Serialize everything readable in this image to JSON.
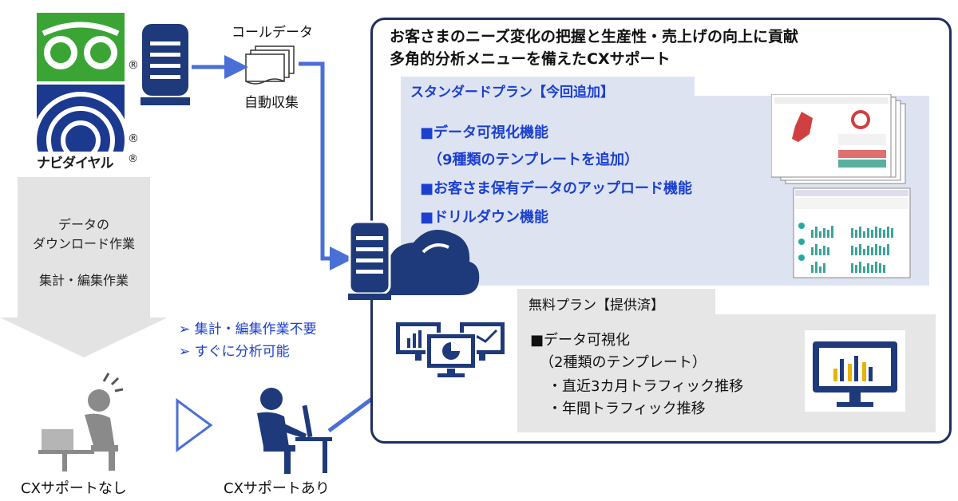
{
  "colors": {
    "navy": "#1e2f5c",
    "blue_text": "#1b3fd0",
    "arrow_blue": "#4a6fd6",
    "green": "#3aa535"
  },
  "brand": {
    "wordmark": "ナビダイヤル",
    "reg_mark": "®"
  },
  "call_data": {
    "label": "コールデータ",
    "caption": "自動収集"
  },
  "panel": {
    "title_line1": "お客さまのニーズ変化の把握と生産性・売上げの向上に貢献",
    "title_line2": "多角的分析メニューを備えたCXサポート"
  },
  "standard_plan": {
    "label": "スタンダードプラン【今回追加】",
    "features": [
      "■データ可視化機能",
      "（9種類のテンプレートを追加）",
      "■お客さま保有データのアップロード機能",
      "■ドリルダウン機能"
    ]
  },
  "free_plan": {
    "label": "無料プラン【提供済】",
    "features": [
      "■データ可視化",
      "（2種類のテンプレート）",
      "・直近3カ月トラフィック推移",
      "・年間トラフィック推移"
    ]
  },
  "manual_work": {
    "line1": "データの",
    "line2": "ダウンロード作業",
    "line3": "集計・編集作業"
  },
  "benefits": [
    "➢ 集計・編集作業不要",
    "➢ すぐに分析可能"
  ],
  "captions": {
    "without": "CXサポートなし",
    "with": "CXサポートあり"
  },
  "icons": [
    "navidial-logo",
    "server-icon",
    "documents-icon",
    "cloud-server-icon",
    "monitors-icon",
    "chart-monitor-icon",
    "stressed-user-icon",
    "working-user-icon",
    "triangle-arrow-icon"
  ]
}
